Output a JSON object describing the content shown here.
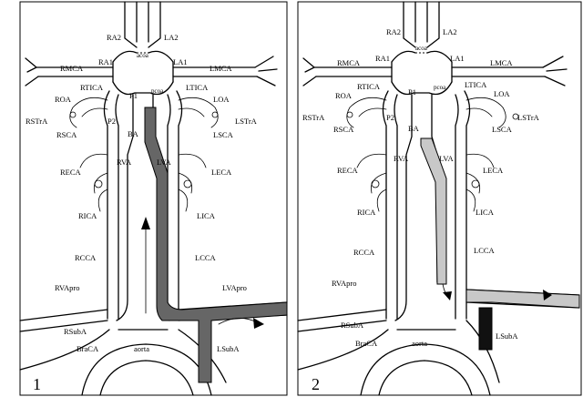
{
  "panels": [
    {
      "number": "1",
      "labels": {
        "ra2": "RA2",
        "la2": "LA2",
        "acoa": "acoa",
        "ra1": "RA1",
        "la1": "LA1",
        "rmca": "RMCA",
        "lmca": "LMCA",
        "rtica": "RTICA",
        "ltica": "LTICA",
        "roa": "ROA",
        "loa": "LOA",
        "p1": "P1",
        "pcoa": "pcoa",
        "rstra": "RSTrA",
        "lstra": "LSTrA",
        "rsca": "RSCA",
        "lsca": "LSCA",
        "p2": "P2",
        "ba": "BA",
        "reca": "RECA",
        "leca": "LECA",
        "rva": "RVA",
        "lva": "LVA",
        "rica": "RICA",
        "lica": "LICA",
        "rcca": "RCCA",
        "lcca": "LCCA",
        "rvapro": "RVApro",
        "lvapro": "LVApro",
        "rsuba": "RSubA",
        "braca": "BraCA",
        "aorta": "aorta",
        "lsuba": "LSubA"
      }
    },
    {
      "number": "2",
      "labels": {
        "ra2": "RA2",
        "la2": "LA2",
        "acoa": "acoa",
        "ra1": "RA1",
        "la1": "LA1",
        "rmca": "RMCA",
        "lmca": "LMCA",
        "rtica": "RTICA",
        "ltica": "LTICA",
        "roa": "ROA",
        "loa": "LOA",
        "p1": "P1",
        "pcoa": "pcoa",
        "rstra": "RSTrA",
        "lstra": "LSTrA",
        "rsca": "RSCA",
        "lsca": "LSCA",
        "p2": "P2",
        "ba": "BA",
        "reca": "RECA",
        "leca": "LECA",
        "rva": "RVA",
        "lva": "LVA",
        "rica": "RICA",
        "lica": "LICA",
        "rcca": "RCCA",
        "lcca": "LCCA",
        "rvapro": "RVApro",
        "rsuba": "RSubA",
        "braca": "BraCA",
        "aorta": "aorta",
        "lsuba": "LSubA"
      }
    }
  ],
  "colors": {
    "highlight_dark": "#666666",
    "highlight_light": "#c8c8c8",
    "highlight_black": "#111111"
  }
}
